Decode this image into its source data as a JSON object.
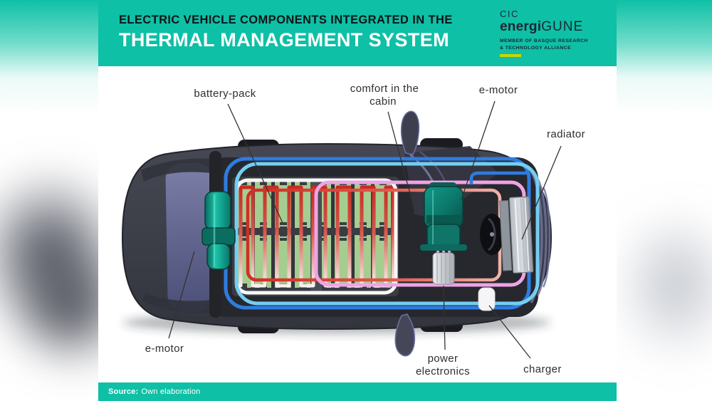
{
  "colors": {
    "teal": "#0ec0a6",
    "logo_accent": "#ccd500",
    "coolant_blue": "#2f7ce0",
    "coolant_cyan": "#74cef2",
    "coolant_pink": "#efa3e6",
    "coolant_red": "#d8352b",
    "coolant_white": "#f7f7f7",
    "motor_teal": "#0fa28e",
    "battery_green": "#a6cd90"
  },
  "header": {
    "title_line1": "ELECTRIC VEHICLE COMPONENTS INTEGRATED IN THE",
    "title_line2": "THERMAL MANAGEMENT SYSTEM"
  },
  "logo": {
    "line1": "CIC",
    "brand_bold": "energi",
    "brand_light": "GUNE",
    "tagline_line1": "MEMBER OF BASQUE RESEARCH",
    "tagline_line2": "& TECHNOLOGY ALLIANCE"
  },
  "diagram": {
    "labels": {
      "battery_pack": "battery-pack",
      "comfort_line1": "comfort in the",
      "comfort_line2": "cabin",
      "e_motor_front": "e-motor",
      "radiator": "radiator",
      "e_motor_rear": "e-motor",
      "power_electronics_line1": "power",
      "power_electronics_line2": "electronics",
      "charger": "charger"
    }
  },
  "footer": {
    "source_label": "Source:",
    "source_text": "Own elaboration"
  }
}
